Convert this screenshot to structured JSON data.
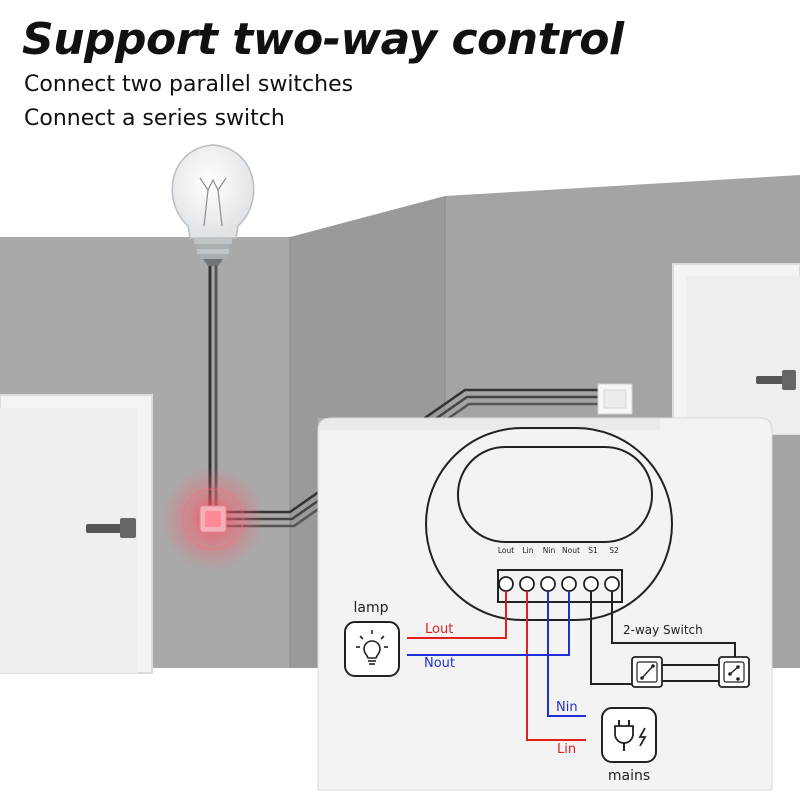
{
  "title": "Support two-way control",
  "subtitle_lines": [
    "Connect two parallel switches",
    "Connect a series switch"
  ],
  "terminals": [
    "Lout",
    "Lin",
    "Nin",
    "Nout",
    "S1",
    "S2"
  ],
  "labels": {
    "lamp": "lamp",
    "mains": "mains",
    "two_way_switch": "2-way Switch",
    "lout": "Lout",
    "nout": "Nout",
    "nin": "Nin",
    "lin": "Lin"
  },
  "icons": {
    "bulb": "light-bulb-icon",
    "lamp": "lamp-icon",
    "mains": "power-plug-icon",
    "switch": "wall-switch-icon"
  },
  "colors": {
    "live": "#e02020",
    "neutral": "#1f2fd6",
    "wire": "#222222",
    "indicator": "#ff5a6a"
  }
}
